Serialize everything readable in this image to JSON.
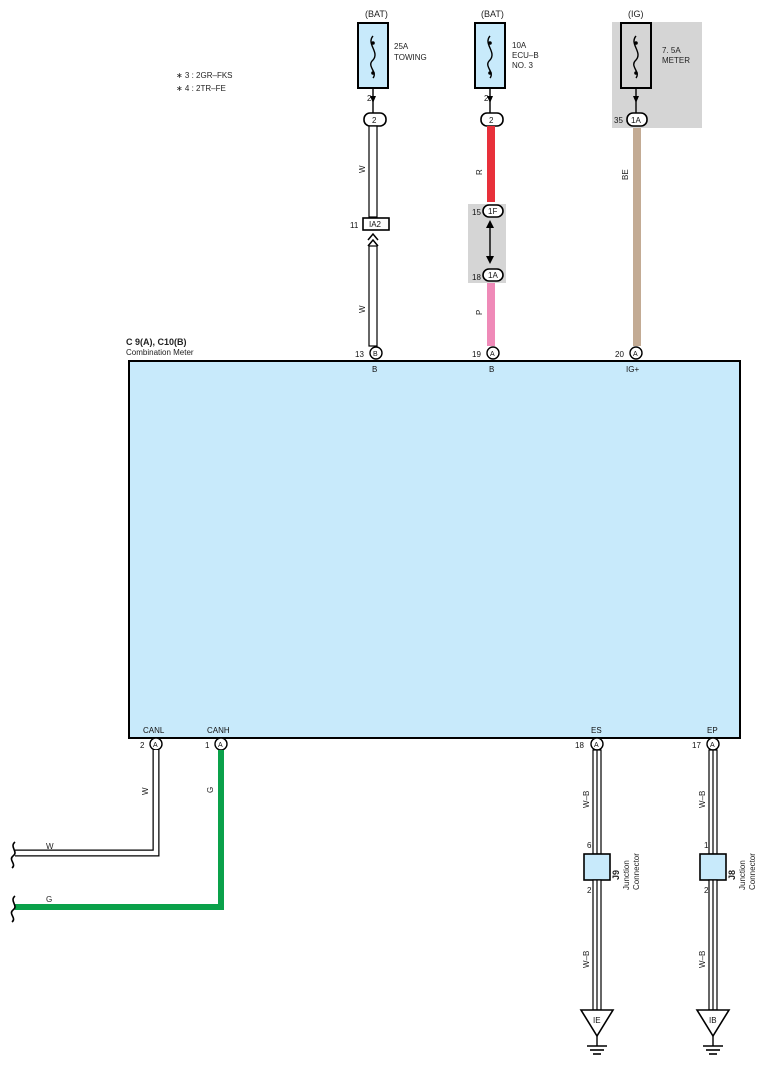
{
  "notes": {
    "note1": "∗ 3 : 2GR–FKS",
    "note2": "∗ 4 : 2TR–FE"
  },
  "fuses": [
    {
      "source": "(BAT)",
      "line1": "25A",
      "line2": "TOWING",
      "line3": "",
      "pin": "2",
      "conn": "2"
    },
    {
      "source": "(BAT)",
      "line1": "10A",
      "line2": "ECU–B",
      "line3": "NO. 3",
      "pin": "2",
      "conn": "2"
    },
    {
      "source": "(IG)",
      "line1": "7. 5A",
      "line2": "METER",
      "line3": "",
      "pin": "35",
      "conn": "1A"
    }
  ],
  "wires": {
    "w_top": "W",
    "w_bottom": "W",
    "r": "R",
    "p": "P",
    "be": "BE",
    "canl": "W",
    "canh": "G",
    "es_top": "W–B",
    "es_bot": "W–B",
    "ep_top": "W–B",
    "ep_bot": "W–B",
    "w_out": "W",
    "g_out": "G"
  },
  "inline_conn": {
    "ia2_pin": "11",
    "ia2_label": "IA2",
    "f1_pin": "15",
    "f1_label": "1F",
    "a1_pin": "18",
    "a1_label": "1A"
  },
  "meter": {
    "id": "C 9(A), C10(B)",
    "name": "Combination Meter",
    "top_pins": [
      {
        "num": "13",
        "conn": "B",
        "term": "B"
      },
      {
        "num": "19",
        "conn": "A",
        "term": "B"
      },
      {
        "num": "20",
        "conn": "A",
        "term": "IG+"
      }
    ],
    "bottom_pins": [
      {
        "num": "2",
        "conn": "A",
        "term": "CANL"
      },
      {
        "num": "1",
        "conn": "A",
        "term": "CANH"
      },
      {
        "num": "18",
        "conn": "A",
        "term": "ES"
      },
      {
        "num": "17",
        "conn": "A",
        "term": "EP"
      }
    ]
  },
  "junctions": [
    {
      "id": "J9",
      "name": "Junction",
      "name2": "Connector",
      "pin_top": "6",
      "pin_bot": "2",
      "ground": "IE"
    },
    {
      "id": "J8",
      "name": "Junction",
      "name2": "Connector",
      "pin_top": "1",
      "pin_bot": "2",
      "ground": "IB"
    }
  ],
  "colors": {
    "meter_fill": "#c8eafb",
    "red": "#e8303a",
    "pink": "#ef8ab8",
    "tan": "#c3ab94",
    "green": "#0aa14a",
    "shade": "#d5d5d5",
    "junction": "#c8eafb"
  }
}
